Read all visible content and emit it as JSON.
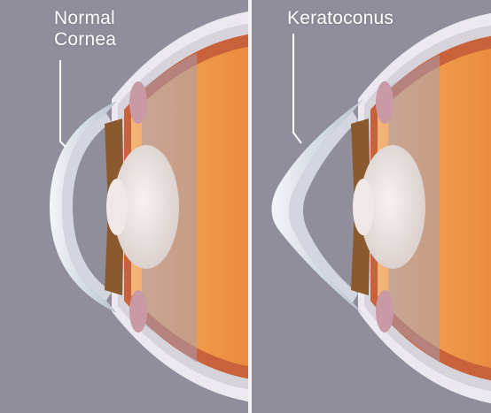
{
  "panels": {
    "left": {
      "label": "Normal\nCornea",
      "icon": "normal-cornea-eye-cross-section"
    },
    "right": {
      "label": "Keratoconus",
      "icon": "keratoconus-eye-cross-section"
    }
  },
  "colors": {
    "background": "#8f8e9a",
    "sclera": "#e8e6ec",
    "choroid": "#c9623a",
    "vitreous": "#ef9a4a",
    "iris": "#8a5a2e",
    "lens": "#ece6e4",
    "cornea": "#dfe6ee",
    "ciliary": "#c99aa6"
  }
}
